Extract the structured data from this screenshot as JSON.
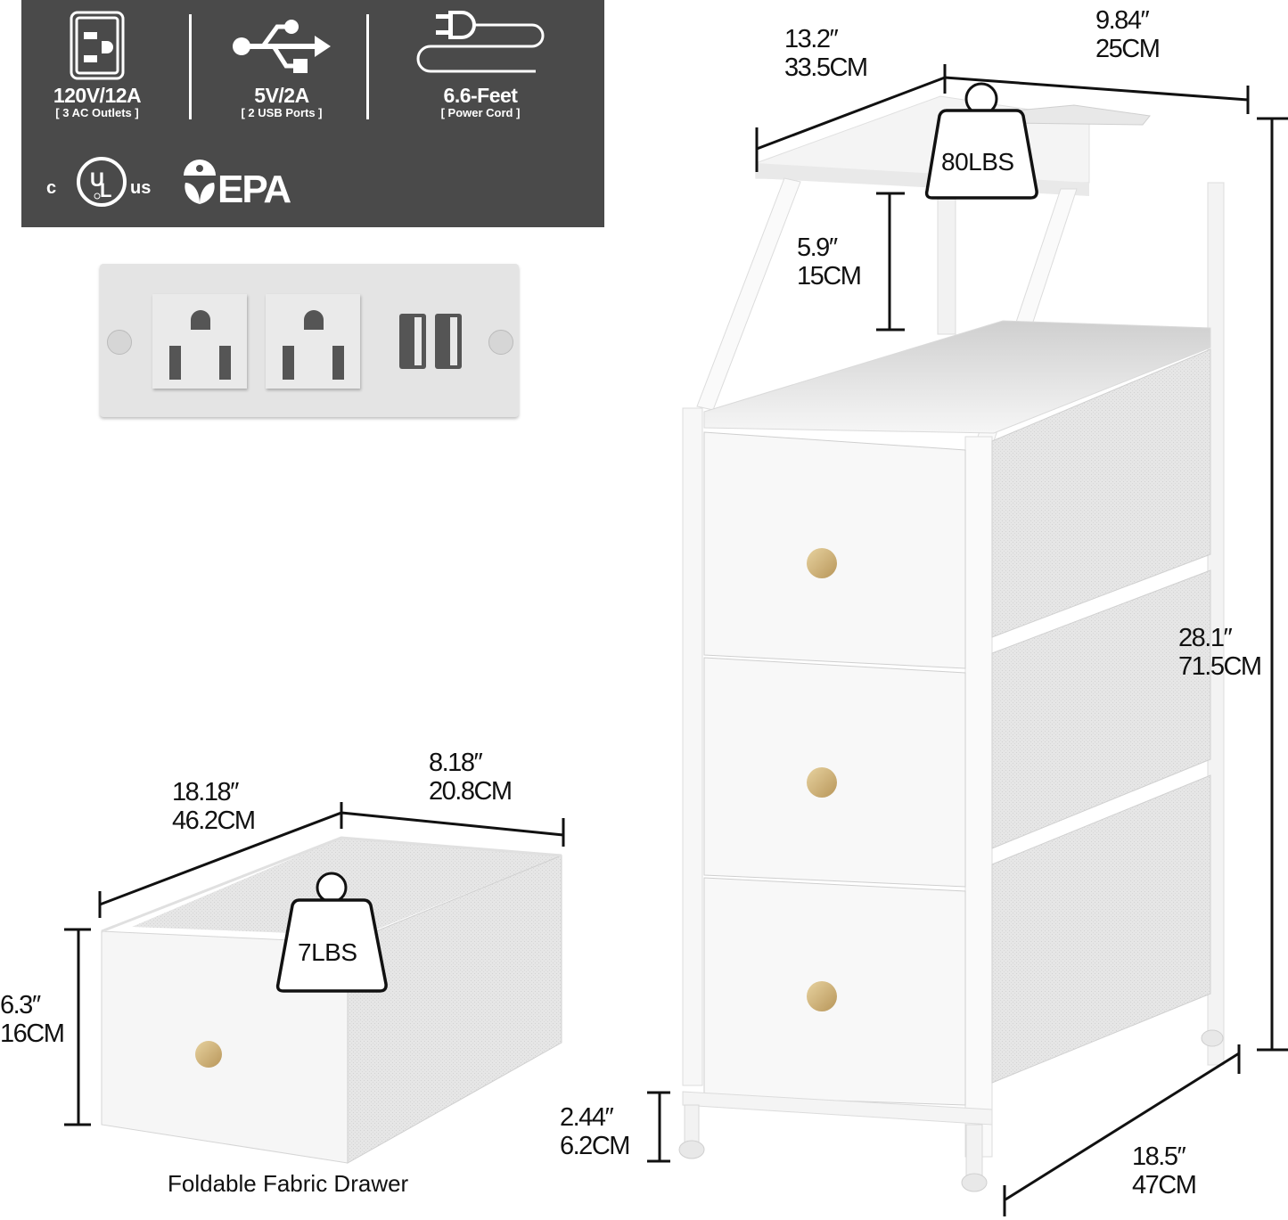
{
  "spec_panel": {
    "background": "#4a4a4a",
    "items": [
      {
        "icon": "ac-outlet-icon",
        "value": "120V/12A",
        "sub": "[ 3 AC Outlets ]"
      },
      {
        "icon": "usb-icon",
        "value": "5V/2A",
        "sub": "[ 2 USB Ports ]"
      },
      {
        "icon": "power-plug-cord-icon",
        "value": "6.6-Feet",
        "sub": "[ Power Cord ]"
      }
    ],
    "certifications": [
      {
        "icon": "ul-listed-icon",
        "left": "c",
        "mark": "UL",
        "right": "us"
      },
      {
        "icon": "epa-logo-icon",
        "label": "EPA"
      }
    ]
  },
  "outlet_strip": {
    "ac_outlets": 2,
    "usb_ports": 2
  },
  "nightstand": {
    "top_load": "80LBS",
    "dimensions": {
      "depth": {
        "in": "13.2″",
        "cm": "33.5CM"
      },
      "width": {
        "in": "9.84″",
        "cm": "25CM"
      },
      "shelf_gap": {
        "in": "5.9″",
        "cm": "15CM"
      },
      "height": {
        "in": "28.1″",
        "cm": "71.5CM"
      },
      "leg_height": {
        "in": "2.44″",
        "cm": "6.2CM"
      },
      "base_depth": {
        "in": "18.5″",
        "cm": "47CM"
      }
    },
    "drawers": 3,
    "knob_color": "#c9a96a"
  },
  "drawer": {
    "load": "7LBS",
    "caption": "Foldable Fabric Drawer",
    "dimensions": {
      "depth": {
        "in": "18.18″",
        "cm": "46.2CM"
      },
      "width": {
        "in": "8.18″",
        "cm": "20.8CM"
      },
      "height": {
        "in": "6.3″",
        "cm": "16CM"
      }
    }
  }
}
